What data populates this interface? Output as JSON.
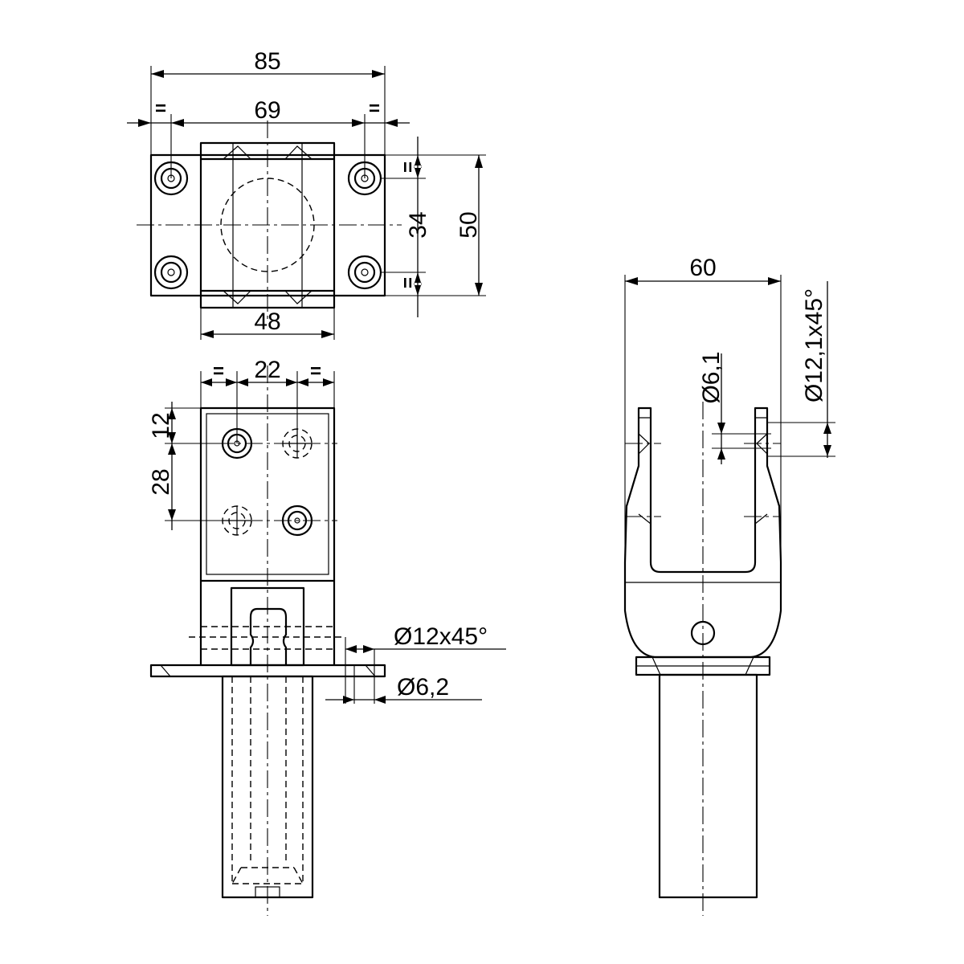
{
  "top_view": {
    "width_overall": "85",
    "hole_spacing_x": "69",
    "equal_left": "=",
    "equal_right": "=",
    "equal_top": "=",
    "equal_bottom": "=",
    "hole_spacing_y": "34",
    "height_overall": "50",
    "bracket_width": "48"
  },
  "front_view": {
    "equal_left": "=",
    "hole_spacing_x": "22",
    "equal_right": "=",
    "top_offset": "12",
    "hole_spacing_y": "28",
    "chamfer": "Ø12x45°",
    "hole_diameter": "Ø6,2"
  },
  "side_view": {
    "width": "60",
    "hole_diameter": "Ø6,1",
    "chamfer": "Ø12,1x45°"
  }
}
